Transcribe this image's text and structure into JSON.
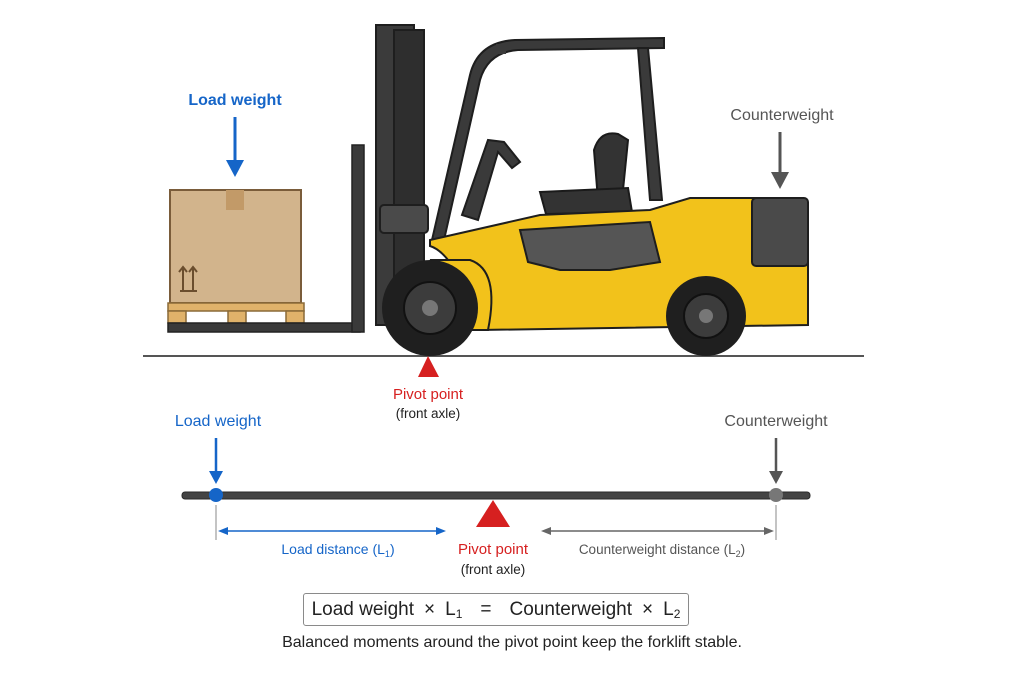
{
  "top": {
    "load_label": "Load weight",
    "counter_label": "Counterweight",
    "pivot_label": "Pivot point",
    "pivot_sub": "(front axle)"
  },
  "beam": {
    "load_label": "Load weight",
    "counter_label": "Counterweight",
    "pivot_label": "Pivot point",
    "pivot_sub": "(front axle)",
    "load_distance": "Load distance (L",
    "load_distance_sub": "1",
    "counter_distance": "Counterweight distance (L",
    "counter_distance_sub": "2",
    "close_paren": ")"
  },
  "formula": {
    "lhs": "Load weight",
    "times1": "×",
    "l1": "L",
    "l1_sub": "1",
    "eq": "=",
    "rhs": "Counterweight",
    "times2": "×",
    "l2": "L",
    "l2_sub": "2"
  },
  "caption": "Balanced moments around the pivot point keep the forklift stable.",
  "colors": {
    "load": "#1565c8",
    "pivot": "#d62020",
    "counter": "#555555",
    "forklift_body": "#f2c21b",
    "box": "#d2b48c"
  }
}
